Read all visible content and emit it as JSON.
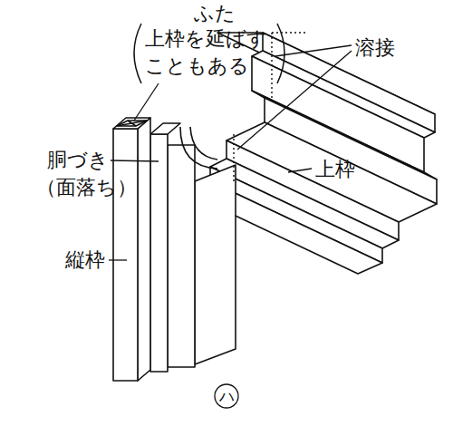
{
  "diagram": {
    "labels": [
      "ふた",
      "上枠を延ばすこともある",
      "溶接",
      "胴づき",
      "（面落ち）",
      "上枠",
      "縦枠",
      "ハ"
    ]
  }
}
